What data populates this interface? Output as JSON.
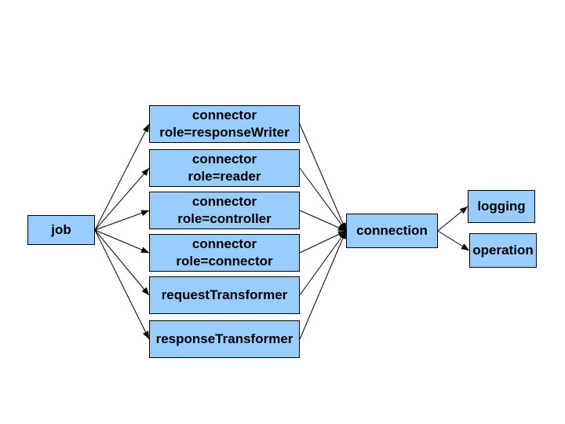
{
  "diagram": {
    "colors": {
      "node_fill": "#99CCFF",
      "node_border": "#000000",
      "arrow": "#000000",
      "background": "#FFFFFF",
      "text": "#000000"
    },
    "nodes": {
      "job": {
        "label": "job"
      },
      "response_writer": {
        "line1": "connector",
        "line2": "role=responseWriter"
      },
      "reader": {
        "line1": "connector",
        "line2": "role=reader"
      },
      "controller": {
        "line1": "connector",
        "line2": "role=controller"
      },
      "connector": {
        "line1": "connector",
        "line2": "role=connector"
      },
      "request_transformer": {
        "label": "requestTransformer"
      },
      "response_transformer": {
        "label": "responseTransformer"
      },
      "connection": {
        "label": "connection"
      },
      "logging": {
        "label": "logging"
      },
      "operation": {
        "label": "operation"
      }
    },
    "edges": [
      {
        "from": "node-job",
        "to": "node-response-writer"
      },
      {
        "from": "node-job",
        "to": "node-reader"
      },
      {
        "from": "node-job",
        "to": "node-controller"
      },
      {
        "from": "node-job",
        "to": "node-connector"
      },
      {
        "from": "node-job",
        "to": "node-request-transformer"
      },
      {
        "from": "node-job",
        "to": "node-response-transformer"
      },
      {
        "from": "node-response-writer",
        "to": "node-connection"
      },
      {
        "from": "node-reader",
        "to": "node-connection"
      },
      {
        "from": "node-controller",
        "to": "node-connection"
      },
      {
        "from": "node-connector",
        "to": "node-connection"
      },
      {
        "from": "node-request-transformer",
        "to": "node-connection"
      },
      {
        "from": "node-response-transformer",
        "to": "node-connection"
      },
      {
        "from": "node-connection",
        "to": "node-logging"
      },
      {
        "from": "node-connection",
        "to": "node-operation"
      }
    ]
  }
}
